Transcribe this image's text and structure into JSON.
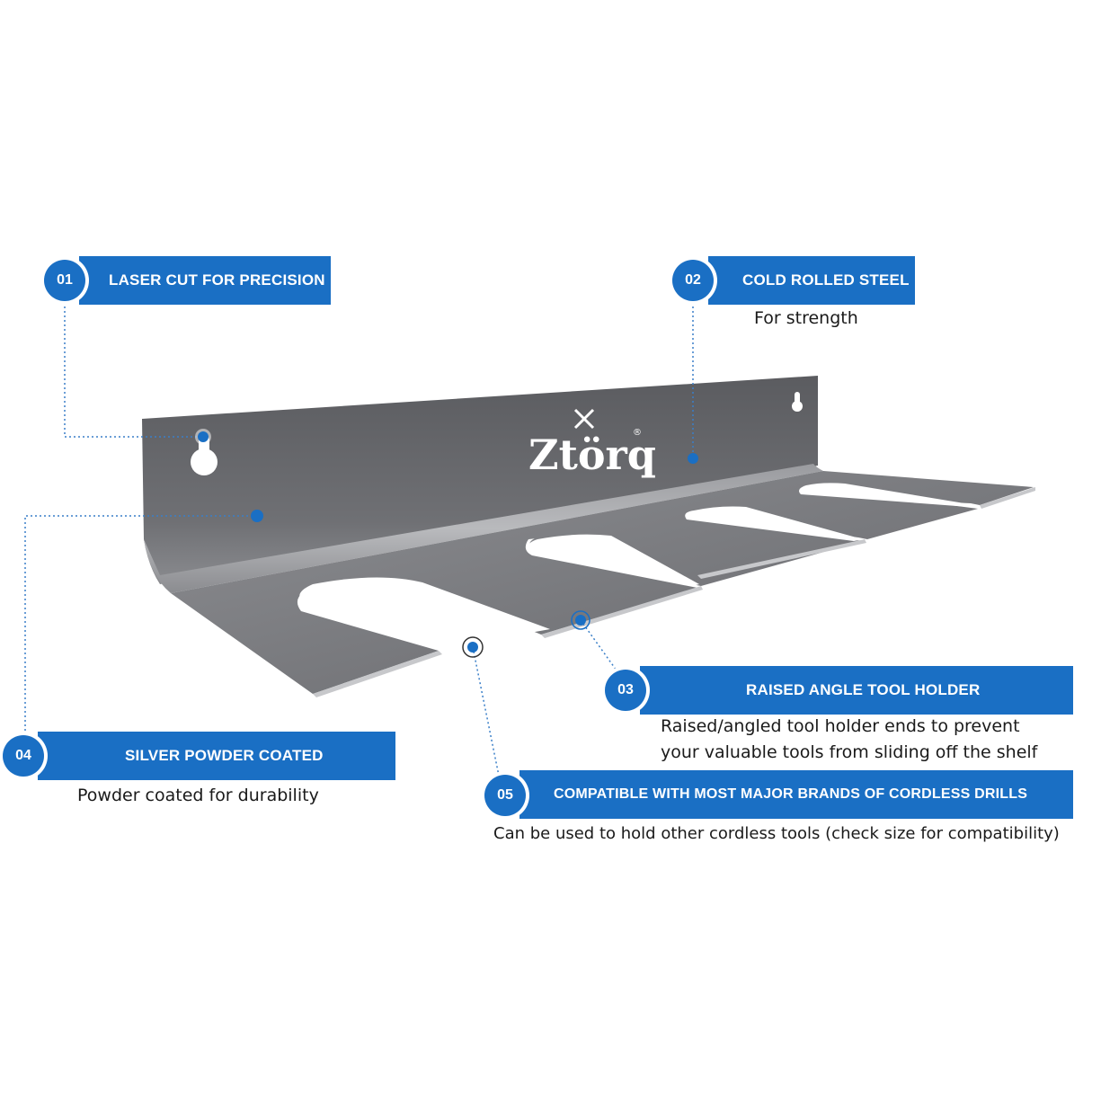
{
  "brand": {
    "logo_text": "Ztörq",
    "registered_mark": "®"
  },
  "features": [
    {
      "number": "01",
      "title": "LASER CUT FOR PRECISION",
      "description": ""
    },
    {
      "number": "02",
      "title": "COLD ROLLED STEEL",
      "description": "For strength"
    },
    {
      "number": "03",
      "title": "RAISED ANGLE TOOL HOLDER",
      "description_lines": [
        "Raised/angled tool holder ends to prevent",
        "your valuable tools from sliding off the shelf"
      ]
    },
    {
      "number": "04",
      "title": "SILVER POWDER COATED",
      "description": "Powder coated for durability"
    },
    {
      "number": "05",
      "title": "COMPATIBLE WITH MOST MAJOR BRANDS OF CORDLESS DRILLS",
      "description": "Can be used to hold other cordless tools (check size for compatibility)"
    }
  ],
  "colors": {
    "accent": "#1a6fc4",
    "shelf": "#6c6d70",
    "leader": "#3a7fc8"
  }
}
